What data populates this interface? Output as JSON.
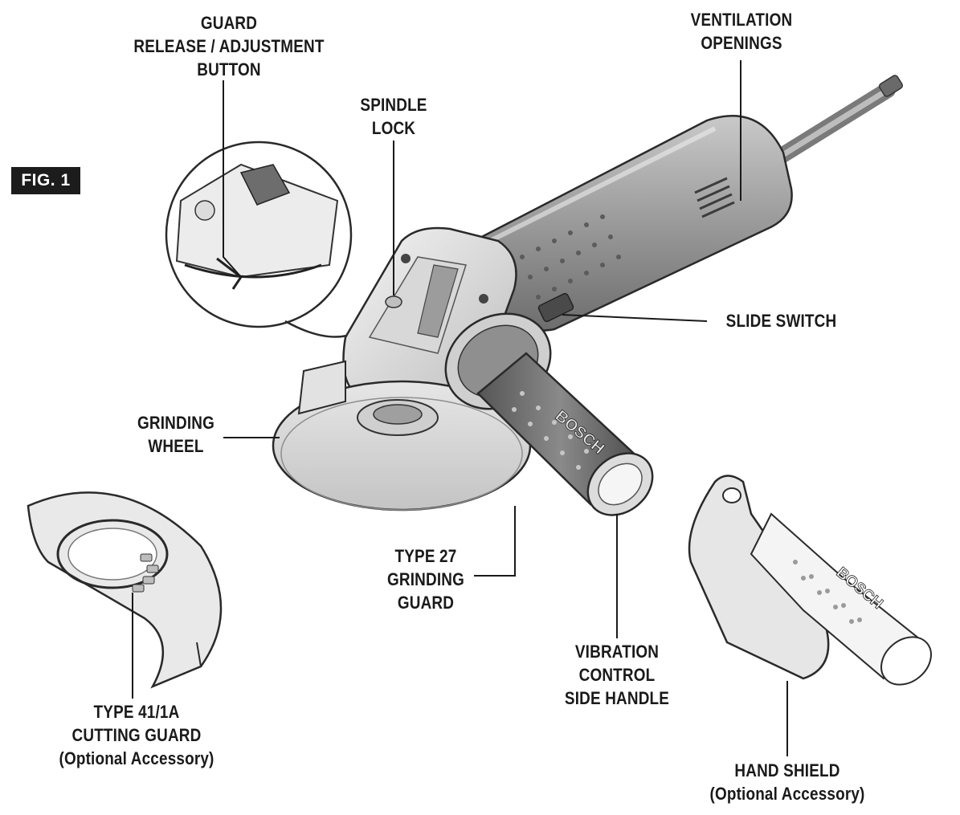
{
  "figure_label": "FIG. 1",
  "brand": {
    "side_handle_logo": "BOSCH",
    "hand_shield_logo": "BOSCH"
  },
  "labels": {
    "guard_release": [
      "GUARD",
      "RELEASE / ADJUSTMENT",
      "BUTTON"
    ],
    "spindle_lock": [
      "SPINDLE",
      "LOCK"
    ],
    "ventilation": [
      "VENTILATION",
      "OPENINGS"
    ],
    "slide_switch": [
      "SLIDE SWITCH"
    ],
    "grinding_wheel": [
      "GRINDING",
      "WHEEL"
    ],
    "type27_guard": [
      "TYPE 27",
      "GRINDING",
      "GUARD"
    ],
    "vibration_handle": [
      "VIBRATION",
      "CONTROL",
      "SIDE HANDLE"
    ],
    "cutting_guard": [
      "TYPE 41/1A",
      "CUTTING GUARD",
      "(Optional Accessory)"
    ],
    "hand_shield": [
      "HAND SHIELD",
      "(Optional Accessory)"
    ]
  }
}
